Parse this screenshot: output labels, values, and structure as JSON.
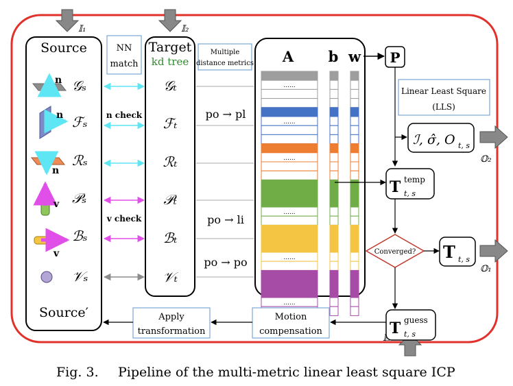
{
  "inputs": {
    "i1": "𝕀₁",
    "i2": "𝕀₂",
    "i3": "𝕀₃"
  },
  "outputs": {
    "o1": "𝕆₁",
    "o2": "𝕆₂"
  },
  "source_panel": {
    "title": "Source",
    "footer": "Source′",
    "rows": [
      {
        "label": "𝒢ₛ",
        "vec": "n"
      },
      {
        "label": "ℱₛ",
        "vec": "n"
      },
      {
        "label": "ℛₛ",
        "vec": "n"
      },
      {
        "label": "𝒫ₛ",
        "vec": "v"
      },
      {
        "label": "ℬₛ",
        "vec": "v"
      },
      {
        "label": "𝒱ₛ",
        "vec": ""
      }
    ]
  },
  "target_panel": {
    "title": "Target",
    "subtitle": "kd tree",
    "rows": [
      "𝒢ₜ",
      "ℱₜ",
      "ℛₜ",
      "𝒫ₜ",
      "ℬₜ",
      "𝒱ₜ"
    ]
  },
  "nn_match": {
    "line1": "NN",
    "line2": "match"
  },
  "checks": {
    "n_check": "n check",
    "v_check": "v check"
  },
  "metrics_box": {
    "line1": "Multiple",
    "line2": "distance metrics"
  },
  "metric_labels": [
    "po → pl",
    "po → li",
    "po → po"
  ],
  "matrix": {
    "col_A": "A",
    "col_b": "b",
    "col_w": "w",
    "dots": "......",
    "group_colors": [
      "#9e9e9e",
      "#4472c4",
      "#ed7d31",
      "#70ad47",
      "#f4c542",
      "#a64ca6"
    ]
  },
  "P_label": "P",
  "lls_box": {
    "line1": "Linear Least Square",
    "line2": "(LLS)"
  },
  "uncertainty": "ℐ, σ̂, O",
  "uncertainty_sub": "t, s",
  "T_temp": {
    "main": "T",
    "sup": "temp",
    "sub": "t, s"
  },
  "converged": "Converged?",
  "T_final": {
    "main": "T",
    "sub": "t, s"
  },
  "T_guess": {
    "main": "T",
    "sup": "guess",
    "sub": "t, s"
  },
  "motion_box": {
    "line1": "Motion",
    "line2": "compensation"
  },
  "apply_box": {
    "line1": "Apply",
    "line2": "transformation"
  },
  "caption": {
    "prefix": "Fig. 3.",
    "text": "Pipeline of the multi-metric linear least square ICP"
  },
  "colors": {
    "outer_border": "#e0322b",
    "cyan_arrow": "#5fe6f5",
    "magenta_arrow": "#e04fe8",
    "gray_arrow": "#8c8c8c",
    "kd_tree": "#2e8b2e",
    "box_border": "#7aa6d6",
    "diamond_border": "#c0392b"
  }
}
